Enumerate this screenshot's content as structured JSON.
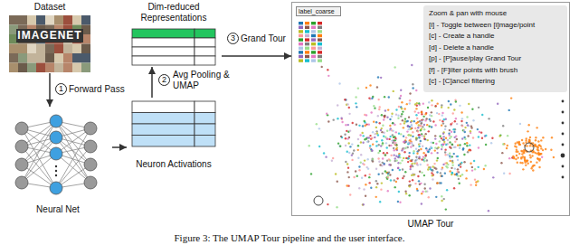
{
  "diagram": {
    "caption": "Figure 3: The UMAP Tour pipeline and the user interface.",
    "nodes": [
      {
        "text": [
          "Dataset",
          "IMAGENET"
        ]
      },
      {
        "text": [
          "Neural Net"
        ]
      },
      {
        "text": [
          "Neuron Activations"
        ]
      },
      {
        "text": [
          "Dim-reduced Representations"
        ]
      },
      {
        "text": [
          "UMAP Tour",
          "label_coarse",
          "Zoom & pan with mouse",
          "[i] - Toggle between [i]mage/point",
          "[c] - Create a handle",
          "[d] - Delete a handle",
          "[p] - [P]ause/play Grand Tour",
          "[f] - [F]ilter points with brush",
          "[c] - [C]ancel filtering"
        ]
      }
    ],
    "edges": [
      {
        "from": 0,
        "to": 1,
        "label": "Forward Pass",
        "arrow": "to"
      },
      {
        "from": 1,
        "to": 2,
        "arrow": "to"
      },
      {
        "from": 2,
        "to": 3,
        "label": "Avg Pooling & UMAP",
        "arrow": "to"
      },
      {
        "from": 3,
        "to": 4,
        "label": "Grand Tour",
        "arrow": "to"
      }
    ],
    "labels": [
      "1",
      "2",
      "3"
    ]
  }
}
